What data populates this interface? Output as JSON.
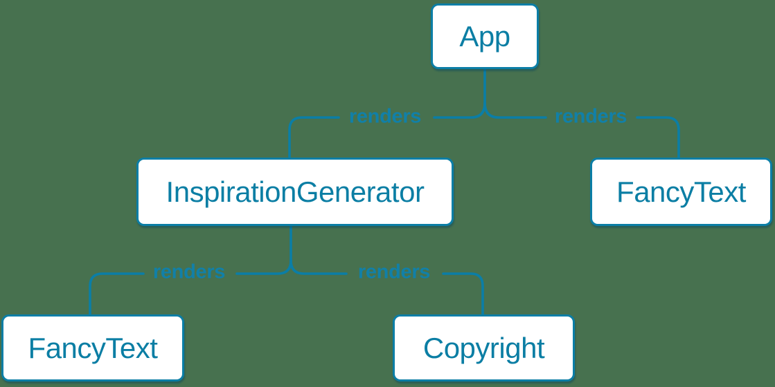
{
  "diagram": {
    "type": "component-render-tree",
    "background_color": "#47714f",
    "accent_color": "#0b7ea6",
    "node_fill_color": "#ffffff",
    "nodes": [
      {
        "id": "app",
        "label": "App"
      },
      {
        "id": "inspiration-generator",
        "label": "InspirationGenerator"
      },
      {
        "id": "fancy-text-right",
        "label": "FancyText"
      },
      {
        "id": "fancy-text-left",
        "label": "FancyText"
      },
      {
        "id": "copyright",
        "label": "Copyright"
      }
    ],
    "edges": [
      {
        "from": "App",
        "to": "InspirationGenerator",
        "label": "renders"
      },
      {
        "from": "App",
        "to": "FancyText",
        "label": "renders"
      },
      {
        "from": "InspirationGenerator",
        "to": "FancyText",
        "label": "renders"
      },
      {
        "from": "InspirationGenerator",
        "to": "Copyright",
        "label": "renders"
      }
    ]
  }
}
